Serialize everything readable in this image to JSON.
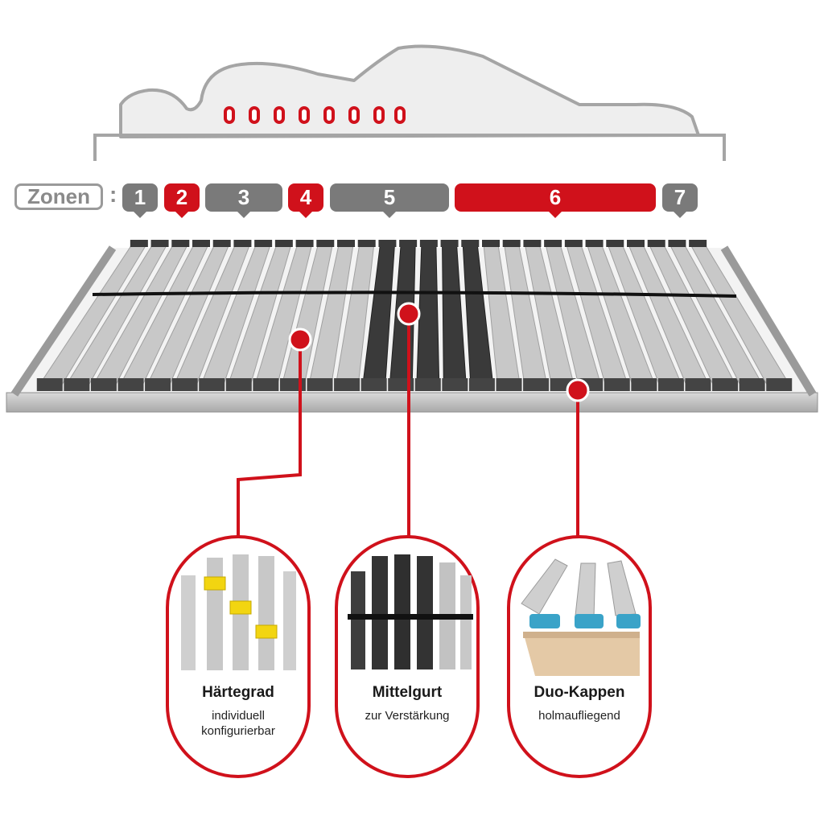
{
  "zones": {
    "label": "Zonen",
    "separator": ":",
    "items": [
      {
        "label": "1",
        "color": "#7a7a7a"
      },
      {
        "label": "2",
        "color": "#d0111b"
      },
      {
        "label": "3",
        "color": "#7a7a7a"
      },
      {
        "label": "4",
        "color": "#d0111b"
      },
      {
        "label": "5",
        "color": "#7a7a7a"
      },
      {
        "label": "6",
        "color": "#d0111b"
      },
      {
        "label": "7",
        "color": "#7a7a7a"
      }
    ]
  },
  "features": [
    {
      "title": "Härtegrad",
      "subtitle_line1": "individuell",
      "subtitle_line2": "konfigurierbar",
      "icon": "hardness-slider-icon"
    },
    {
      "title": "Mittelgurt",
      "subtitle_line1": "zur Verstärkung",
      "subtitle_line2": "",
      "icon": "center-strap-icon"
    },
    {
      "title": "Duo-Kappen",
      "subtitle_line1": "holmaufliegend",
      "subtitle_line2": "",
      "icon": "duo-cap-icon"
    }
  ],
  "colors": {
    "accent_red": "#d0111b",
    "zone_gray": "#7a7a7a",
    "slat_light": "#c8c8c8",
    "slat_dark": "#3a3a3a",
    "body_outline": "#9a9a9a",
    "body_fill": "#eeeeee"
  }
}
